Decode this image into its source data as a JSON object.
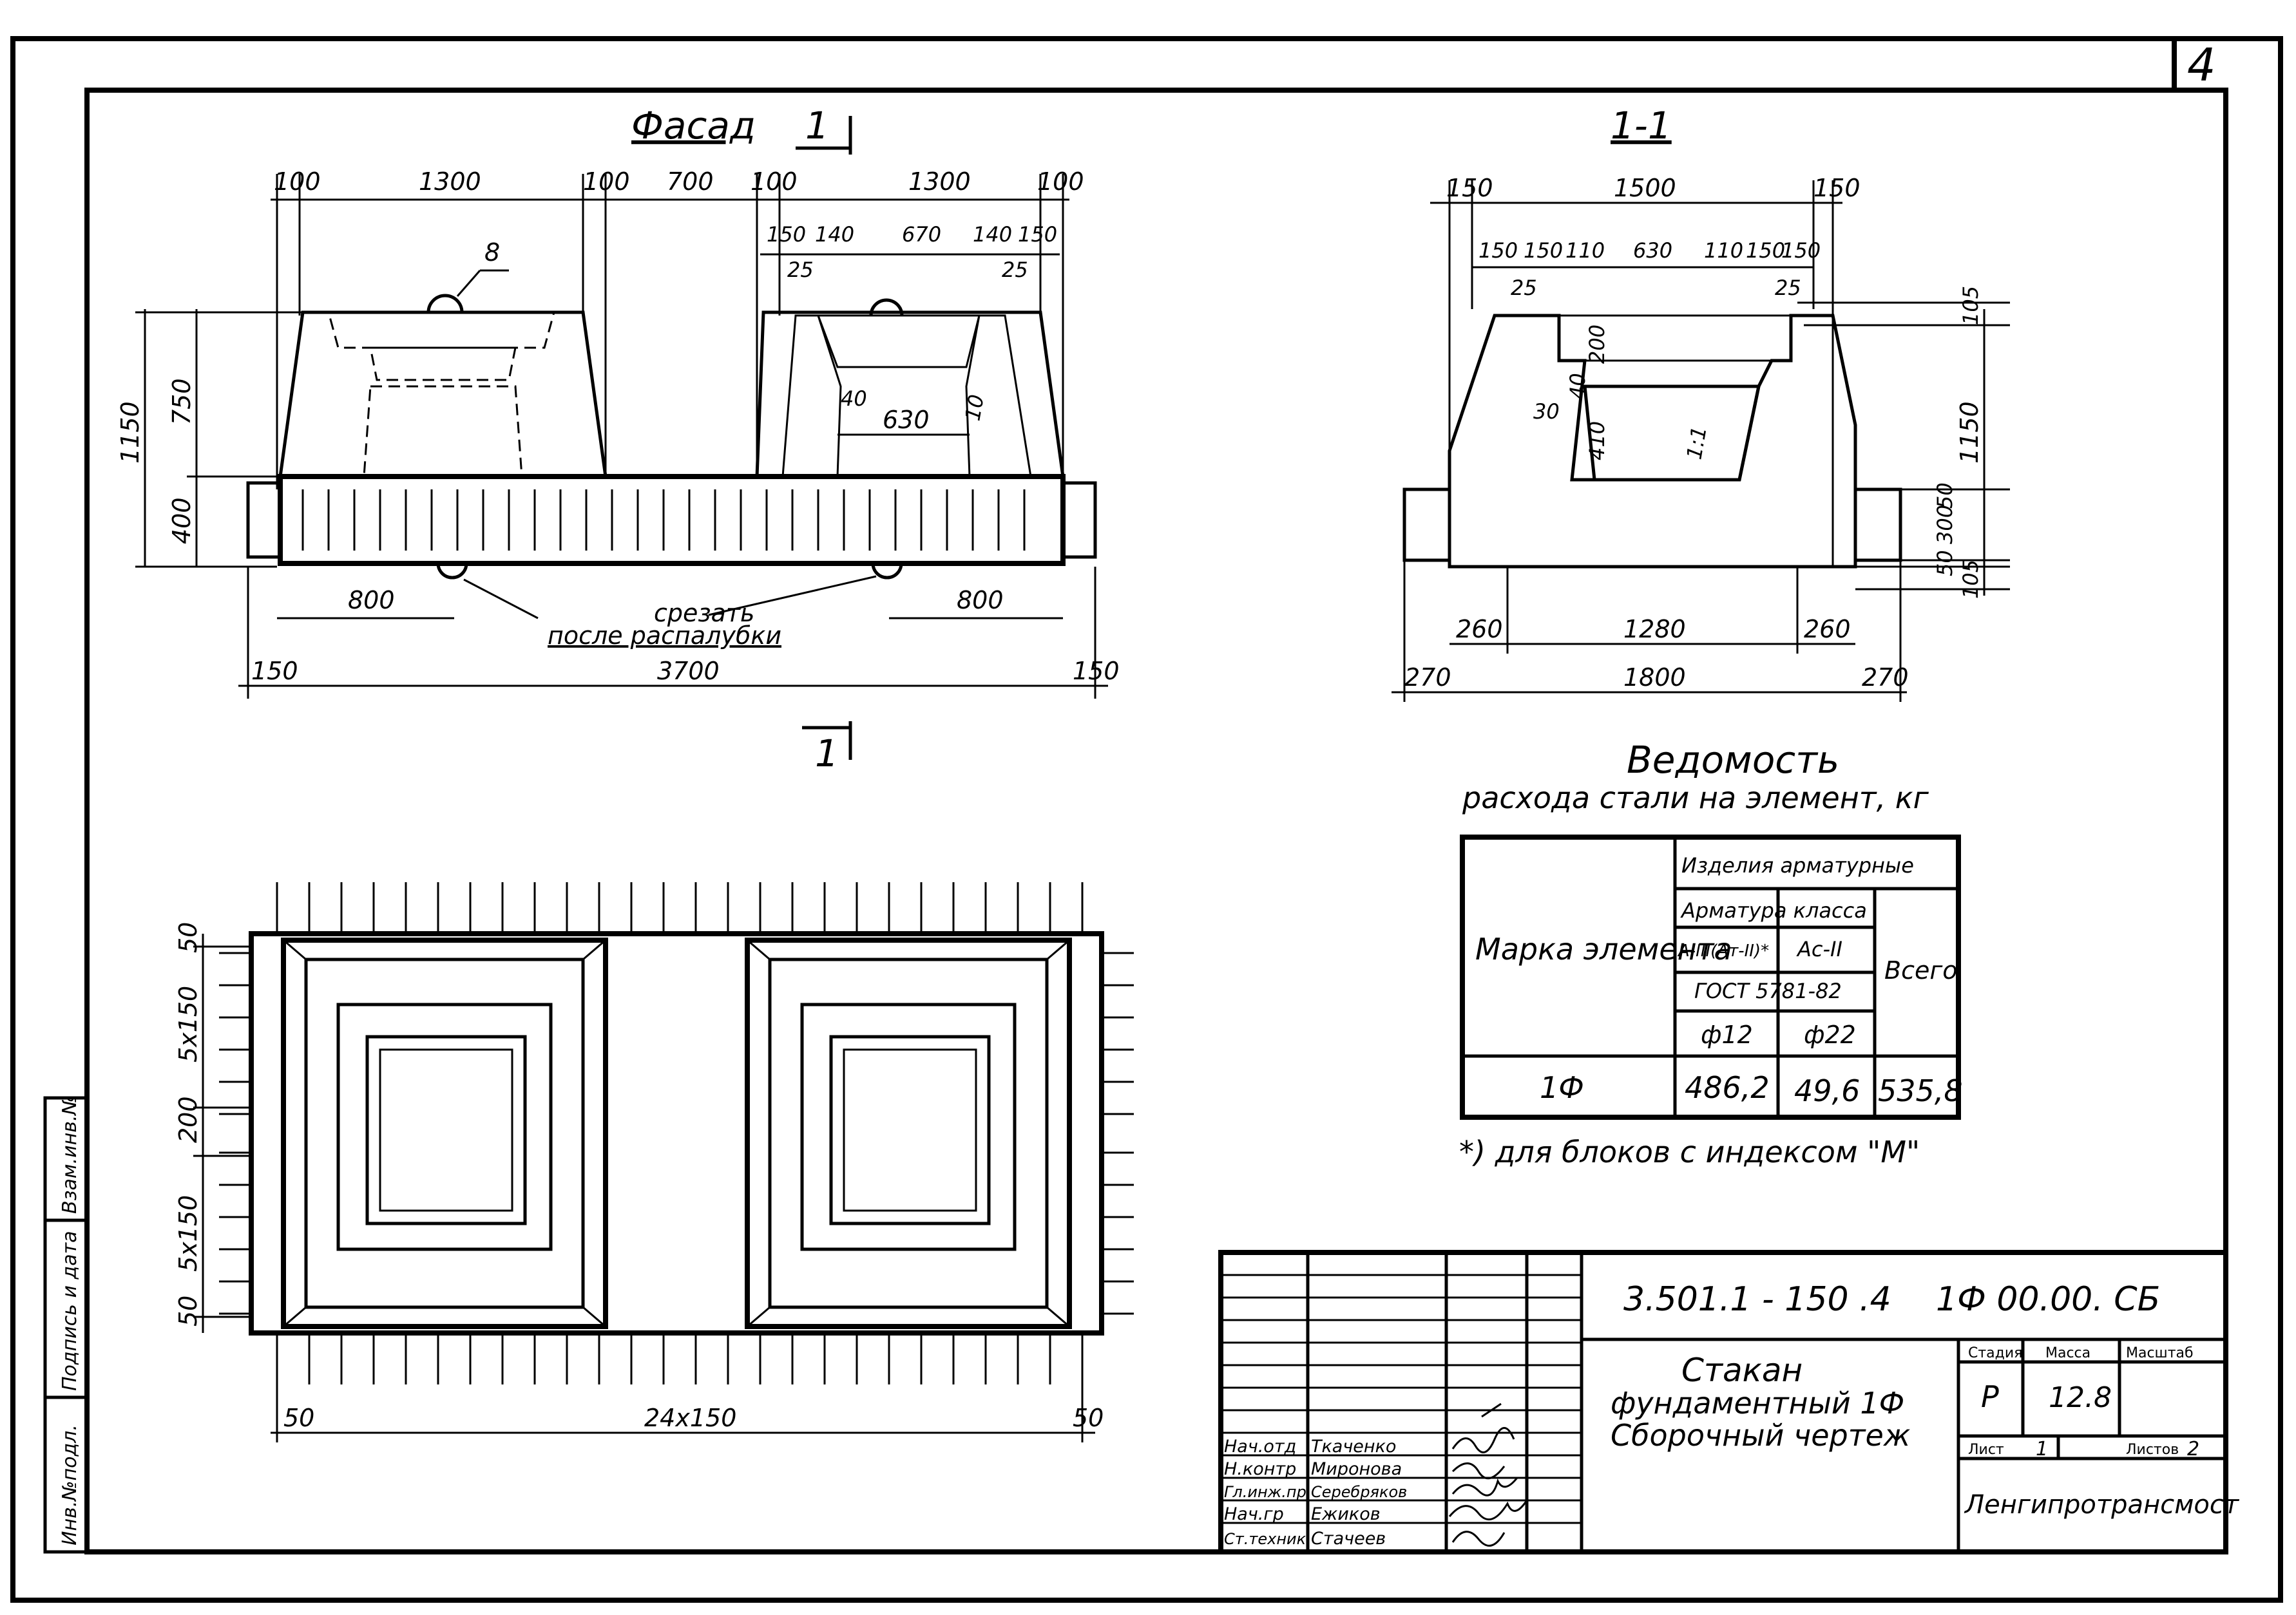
{
  "sheet": {
    "page_number": "4"
  },
  "facade": {
    "title": "Фасад",
    "section_marker": "1",
    "top_dims": [
      "100",
      "1300",
      "100",
      "700",
      "100",
      "1300",
      "100"
    ],
    "inner_dims": [
      "150",
      "140",
      "670",
      "140",
      "150"
    ],
    "small_dims": [
      "25",
      "25",
      "40",
      "630",
      "10"
    ],
    "left_dims": [
      "1150",
      "750",
      "400"
    ],
    "marker_8": "8",
    "bottom_dims": [
      "800",
      "800"
    ],
    "note_line1": "срезать",
    "note_line2": "после распалубки",
    "overall_dims": [
      "150",
      "3700",
      "150"
    ],
    "bottom_marker": "1"
  },
  "section": {
    "title": "1-1",
    "top_dims": [
      "150",
      "1500",
      "150"
    ],
    "inner_dims": [
      "150",
      "150",
      "110",
      "630",
      "110",
      "150",
      "150"
    ],
    "small_dims": [
      "25",
      "25",
      "30",
      "410",
      "200",
      "40",
      "1:1"
    ],
    "right_dims": [
      "105",
      "1150",
      "50",
      "300",
      "50",
      "105"
    ],
    "bottom_dims": [
      "260",
      "1280",
      "260"
    ],
    "overall_dims": [
      "270",
      "1800",
      "270"
    ]
  },
  "plan": {
    "left_dims": [
      "50",
      "5x150",
      "200",
      "5x150",
      "50"
    ],
    "bottom_dims": [
      "50",
      "24x150",
      "50"
    ]
  },
  "statement": {
    "title_line1": "Ведомость",
    "title_line2": "расхода стали на элемент, кг",
    "col_mark": "Марка элемента",
    "col_products": "Изделия арматурные",
    "col_class": "Арматура класса",
    "col_a3": "A-III(Aт-II)*",
    "col_ac2": "Ac-II",
    "col_total": "Всего",
    "col_gost": "ГОСТ 5781-82",
    "col_d12": "ф12",
    "col_d22": "ф22",
    "rows": [
      {
        "mark": "1Ф",
        "a3": "486,2",
        "ac2": "49,6",
        "total": "535,8"
      }
    ],
    "footnote": "*) для блоков с индексом \"М\""
  },
  "title_block": {
    "doc_code": "3.501.1 - 150 .4",
    "doc_mark": "1Ф 00.00. СБ",
    "name_line1": "Стакан",
    "name_line2": "фундаментный 1Ф",
    "name_line3": "Сборочный чертеж",
    "stage_label": "Стадия",
    "mass_label": "Масса",
    "scale_label": "Масштаб",
    "stage": "Р",
    "mass": "12.8",
    "sheet_label": "Лист",
    "sheet_no": "1",
    "sheets_label": "Листов",
    "sheets_total": "2",
    "organization": "Ленгипротрансмост",
    "roles": [
      "Нач.отд",
      "Н.контр",
      "Гл.инж.пр",
      "Нач.гр",
      "Ст.техник"
    ],
    "names": [
      "Ткаченко",
      "Миронова",
      "Серебряков",
      "Ежиков",
      "Стачеев"
    ]
  },
  "side_stamp": {
    "labels": [
      "Инв.№подл.",
      "Подпись и дата",
      "Взам.инв.№"
    ]
  }
}
